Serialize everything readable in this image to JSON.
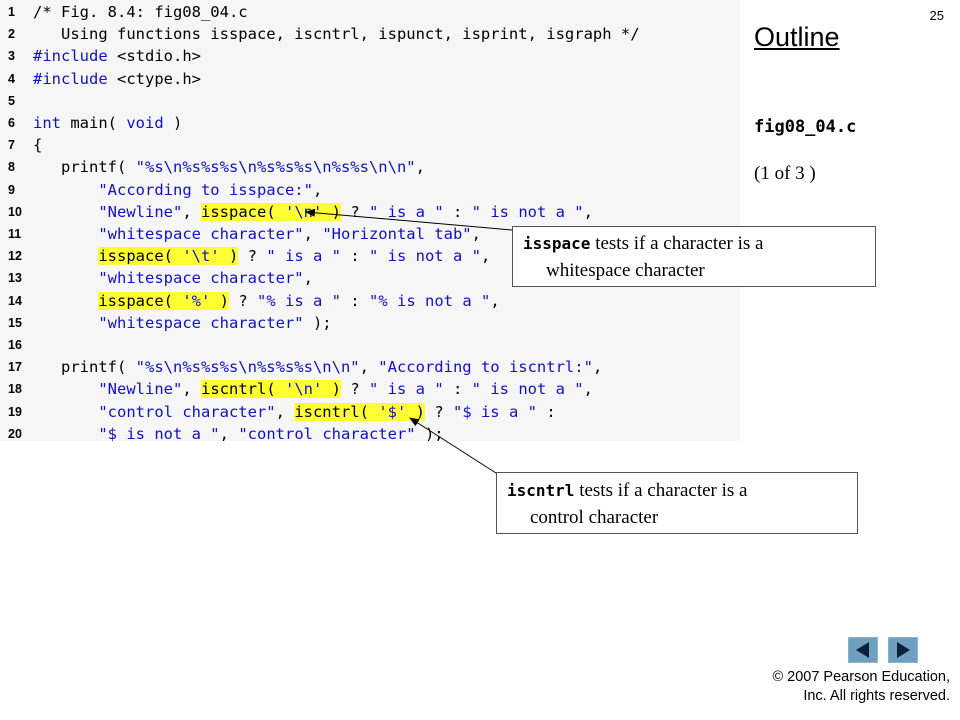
{
  "slide_number": "25",
  "outline_title": "Outline",
  "file_name": "fig08_04.c",
  "page_indicator": "(1 of 3 )",
  "code_lines": [
    {
      "n": "1",
      "parts": [
        {
          "t": "/* Fig. 8.4: fig08_04.c",
          "c": "cmt"
        }
      ]
    },
    {
      "n": "2",
      "parts": [
        {
          "t": "   Using functions isspace, iscntrl, ispunct, isprint, isgraph */",
          "c": "cmt"
        }
      ]
    },
    {
      "n": "3",
      "parts": [
        {
          "t": "#include ",
          "c": "kw"
        },
        {
          "t": "<stdio.h>",
          "c": ""
        }
      ]
    },
    {
      "n": "4",
      "parts": [
        {
          "t": "#include ",
          "c": "kw"
        },
        {
          "t": "<ctype.h>",
          "c": ""
        }
      ]
    },
    {
      "n": "5",
      "parts": []
    },
    {
      "n": "6",
      "parts": [
        {
          "t": "int",
          "c": "kw"
        },
        {
          "t": " main( ",
          "c": ""
        },
        {
          "t": "void",
          "c": "kw"
        },
        {
          "t": " )",
          "c": ""
        }
      ]
    },
    {
      "n": "7",
      "parts": [
        {
          "t": "{",
          "c": ""
        }
      ]
    },
    {
      "n": "8",
      "parts": [
        {
          "t": "   printf( ",
          "c": ""
        },
        {
          "t": "\"%s\\n%s%s%s\\n%s%s%s\\n%s%s\\n\\n\"",
          "c": "str"
        },
        {
          "t": ",",
          "c": ""
        }
      ]
    },
    {
      "n": "9",
      "parts": [
        {
          "t": "       ",
          "c": ""
        },
        {
          "t": "\"According to isspace:\"",
          "c": "str"
        },
        {
          "t": ",",
          "c": ""
        }
      ]
    },
    {
      "n": "10",
      "parts": [
        {
          "t": "       ",
          "c": ""
        },
        {
          "t": "\"Newline\"",
          "c": "str"
        },
        {
          "t": ", ",
          "c": ""
        },
        {
          "t": "isspace( ",
          "c": "hl"
        },
        {
          "t": "'\\n'",
          "c": "hl str"
        },
        {
          "t": " )",
          "c": "hl"
        },
        {
          "t": " ? ",
          "c": ""
        },
        {
          "t": "\" is a \"",
          "c": "str"
        },
        {
          "t": " : ",
          "c": ""
        },
        {
          "t": "\" is not a \"",
          "c": "str"
        },
        {
          "t": ",",
          "c": ""
        }
      ]
    },
    {
      "n": "11",
      "parts": [
        {
          "t": "       ",
          "c": ""
        },
        {
          "t": "\"whitespace character\"",
          "c": "str"
        },
        {
          "t": ", ",
          "c": ""
        },
        {
          "t": "\"Horizontal tab\"",
          "c": "str"
        },
        {
          "t": ",",
          "c": ""
        }
      ]
    },
    {
      "n": "12",
      "parts": [
        {
          "t": "       ",
          "c": ""
        },
        {
          "t": "isspace( ",
          "c": "hl"
        },
        {
          "t": "'\\t'",
          "c": "hl str"
        },
        {
          "t": " )",
          "c": "hl"
        },
        {
          "t": " ? ",
          "c": ""
        },
        {
          "t": "\" is a \"",
          "c": "str"
        },
        {
          "t": " : ",
          "c": ""
        },
        {
          "t": "\" is not a \"",
          "c": "str"
        },
        {
          "t": ",",
          "c": ""
        }
      ]
    },
    {
      "n": "13",
      "parts": [
        {
          "t": "       ",
          "c": ""
        },
        {
          "t": "\"whitespace character\"",
          "c": "str"
        },
        {
          "t": ",",
          "c": ""
        }
      ]
    },
    {
      "n": "14",
      "parts": [
        {
          "t": "       ",
          "c": ""
        },
        {
          "t": "isspace( ",
          "c": "hl"
        },
        {
          "t": "'%'",
          "c": "hl str"
        },
        {
          "t": " )",
          "c": "hl"
        },
        {
          "t": " ? ",
          "c": ""
        },
        {
          "t": "\"% is a \"",
          "c": "str"
        },
        {
          "t": " : ",
          "c": ""
        },
        {
          "t": "\"% is not a \"",
          "c": "str"
        },
        {
          "t": ",",
          "c": ""
        }
      ]
    },
    {
      "n": "15",
      "parts": [
        {
          "t": "       ",
          "c": ""
        },
        {
          "t": "\"whitespace character\"",
          "c": "str"
        },
        {
          "t": " );",
          "c": ""
        }
      ]
    },
    {
      "n": "16",
      "parts": []
    },
    {
      "n": "17",
      "parts": [
        {
          "t": "   printf( ",
          "c": ""
        },
        {
          "t": "\"%s\\n%s%s%s\\n%s%s%s\\n\\n\"",
          "c": "str"
        },
        {
          "t": ", ",
          "c": ""
        },
        {
          "t": "\"According to iscntrl:\"",
          "c": "str"
        },
        {
          "t": ",",
          "c": ""
        }
      ]
    },
    {
      "n": "18",
      "parts": [
        {
          "t": "       ",
          "c": ""
        },
        {
          "t": "\"Newline\"",
          "c": "str"
        },
        {
          "t": ", ",
          "c": ""
        },
        {
          "t": "iscntrl( ",
          "c": "hl"
        },
        {
          "t": "'\\n'",
          "c": "hl str"
        },
        {
          "t": " )",
          "c": "hl"
        },
        {
          "t": " ? ",
          "c": ""
        },
        {
          "t": "\" is a \"",
          "c": "str"
        },
        {
          "t": " : ",
          "c": ""
        },
        {
          "t": "\" is not a \"",
          "c": "str"
        },
        {
          "t": ",",
          "c": ""
        }
      ]
    },
    {
      "n": "19",
      "parts": [
        {
          "t": "       ",
          "c": ""
        },
        {
          "t": "\"control character\"",
          "c": "str"
        },
        {
          "t": ", ",
          "c": ""
        },
        {
          "t": "iscntrl( ",
          "c": "hl"
        },
        {
          "t": "'$'",
          "c": "hl str"
        },
        {
          "t": " )",
          "c": "hl"
        },
        {
          "t": " ? ",
          "c": ""
        },
        {
          "t": "\"$ is a \"",
          "c": "str"
        },
        {
          "t": " :",
          "c": ""
        }
      ]
    },
    {
      "n": "20",
      "parts": [
        {
          "t": "       ",
          "c": ""
        },
        {
          "t": "\"$ is not a \"",
          "c": "str"
        },
        {
          "t": ", ",
          "c": ""
        },
        {
          "t": "\"control character\"",
          "c": "str"
        },
        {
          "t": " );",
          "c": ""
        }
      ]
    }
  ],
  "callouts": {
    "isspace": {
      "code": "isspace",
      "text1": " tests if a character is a",
      "text2": "whitespace character"
    },
    "iscntrl": {
      "code": "iscntrl",
      "text1": " tests if a character is a",
      "text2": "control character"
    }
  },
  "nav": {
    "prev_icon": "triangle-left-icon",
    "next_icon": "triangle-right-icon"
  },
  "copyright": {
    "line1": "© 2007 Pearson Education,",
    "line2": "Inc.  All rights reserved."
  },
  "colors": {
    "keyword": "#1010cc",
    "highlight": "#ffff33",
    "nav": "#6f9fbf",
    "panel": "#f6f6f6"
  }
}
